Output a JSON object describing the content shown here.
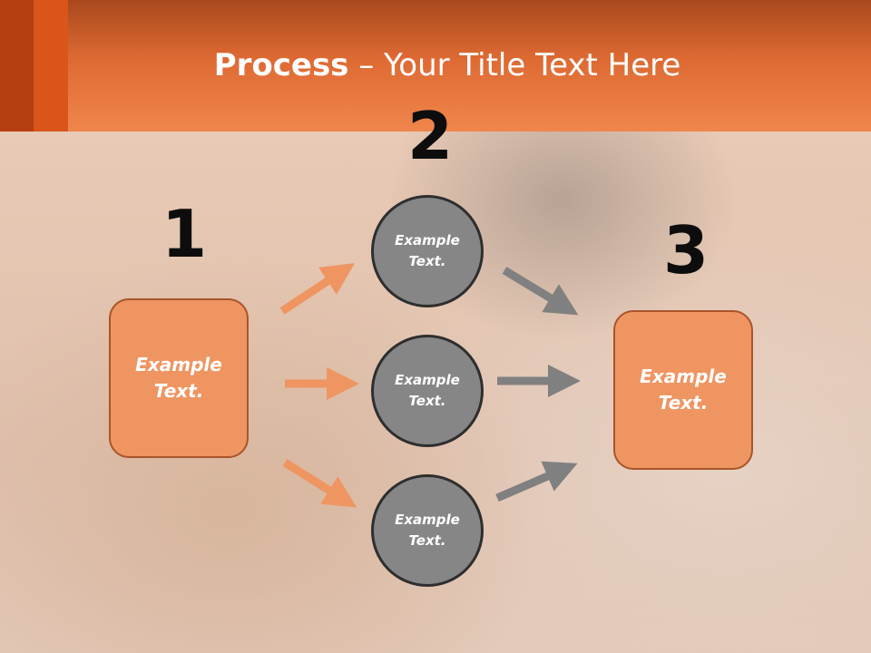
{
  "title": {
    "bold": "Process",
    "rest": " – Your Title Text Here"
  },
  "steps": [
    {
      "number": "1",
      "label_line1": "Example",
      "label_line2": "Text."
    },
    {
      "number": "2"
    },
    {
      "number": "3",
      "label_line1": "Example",
      "label_line2": "Text."
    }
  ],
  "circles": [
    {
      "label_line1": "Example",
      "label_line2": "Text."
    },
    {
      "label_line1": "Example",
      "label_line2": "Text."
    },
    {
      "label_line1": "Example",
      "label_line2": "Text."
    }
  ],
  "colors": {
    "accent": "#ef9562",
    "header": "#e0703a",
    "circle": "#868686",
    "arrow_orange": "#ef9562",
    "arrow_gray": "#808080"
  }
}
